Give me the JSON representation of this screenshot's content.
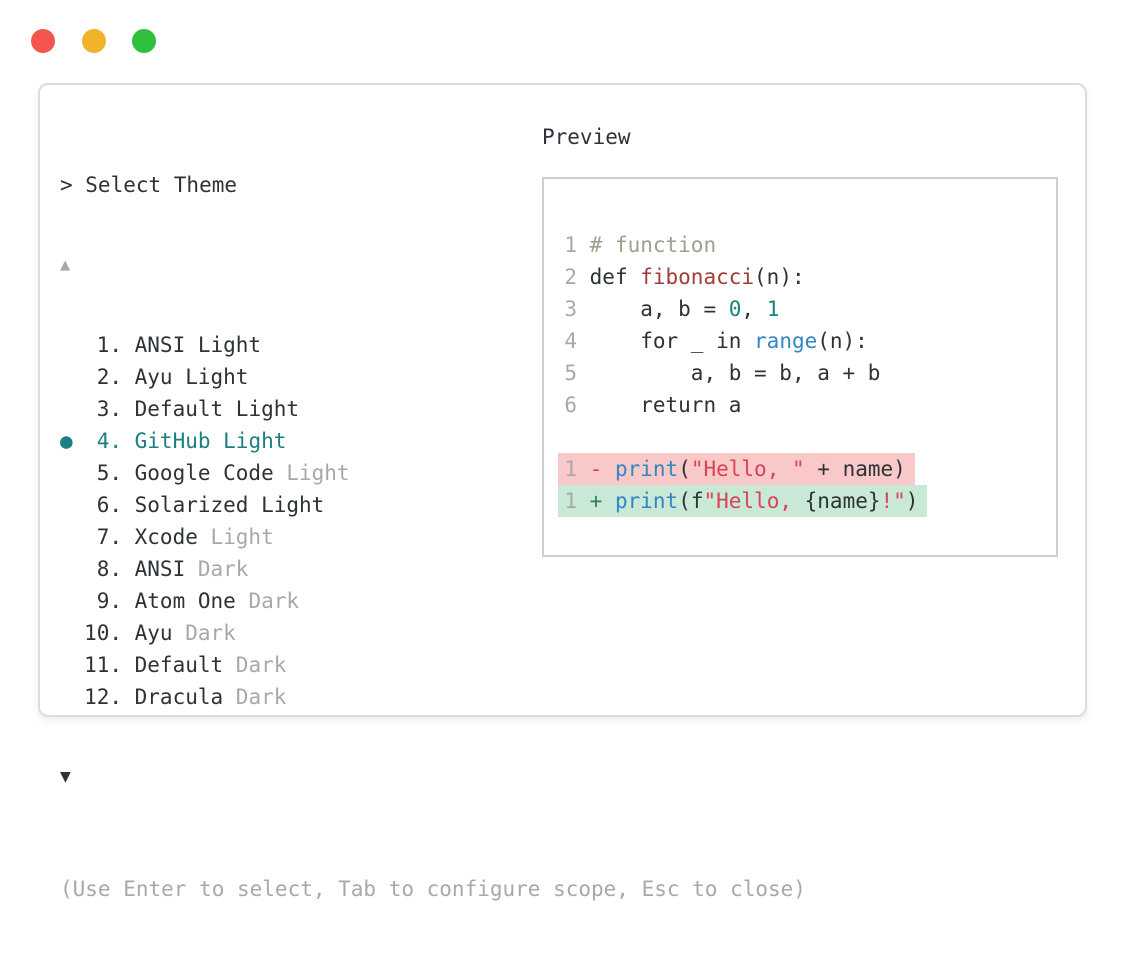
{
  "window_controls": {
    "close": "#f4564e",
    "minimize": "#f0b42c",
    "zoom": "#2fc13e"
  },
  "theme_selector": {
    "prompt": "> Select Theme",
    "scroll_up": "▲",
    "scroll_down": "▼",
    "selected_marker": "●",
    "items": [
      {
        "number": " 1.",
        "name": "ANSI",
        "variant": "Light",
        "variant_dimmed": false,
        "selected": false
      },
      {
        "number": " 2.",
        "name": "Ayu",
        "variant": "Light",
        "variant_dimmed": false,
        "selected": false
      },
      {
        "number": " 3.",
        "name": "Default",
        "variant": "Light",
        "variant_dimmed": false,
        "selected": false
      },
      {
        "number": " 4.",
        "name": "GitHub",
        "variant": "Light",
        "variant_dimmed": false,
        "selected": true
      },
      {
        "number": " 5.",
        "name": "Google Code",
        "variant": "Light",
        "variant_dimmed": true,
        "selected": false
      },
      {
        "number": " 6.",
        "name": "Solarized",
        "variant": "Light",
        "variant_dimmed": false,
        "selected": false
      },
      {
        "number": " 7.",
        "name": "Xcode",
        "variant": "Light",
        "variant_dimmed": true,
        "selected": false
      },
      {
        "number": " 8.",
        "name": "ANSI",
        "variant": "Dark",
        "variant_dimmed": true,
        "selected": false
      },
      {
        "number": " 9.",
        "name": "Atom One",
        "variant": "Dark",
        "variant_dimmed": true,
        "selected": false
      },
      {
        "number": "10.",
        "name": "Ayu",
        "variant": "Dark",
        "variant_dimmed": true,
        "selected": false
      },
      {
        "number": "11.",
        "name": "Default",
        "variant": "Dark",
        "variant_dimmed": true,
        "selected": false
      },
      {
        "number": "12.",
        "name": "Dracula",
        "variant": "Dark",
        "variant_dimmed": true,
        "selected": false
      }
    ],
    "help_text": "(Use Enter to select, Tab to configure scope, Esc to close)"
  },
  "preview": {
    "title": "Preview",
    "code_lines": [
      {
        "num": "1",
        "segments": [
          {
            "t": "# function",
            "c": "comment"
          }
        ]
      },
      {
        "num": "2",
        "segments": [
          {
            "t": "def ",
            "c": "text"
          },
          {
            "t": "fibonacci",
            "c": "function"
          },
          {
            "t": "(n):",
            "c": "text"
          }
        ]
      },
      {
        "num": "3",
        "segments": [
          {
            "t": "    a, b = ",
            "c": "text"
          },
          {
            "t": "0",
            "c": "number"
          },
          {
            "t": ", ",
            "c": "text"
          },
          {
            "t": "1",
            "c": "number"
          }
        ]
      },
      {
        "num": "4",
        "segments": [
          {
            "t": "    for _ in ",
            "c": "text"
          },
          {
            "t": "range",
            "c": "builtin"
          },
          {
            "t": "(n):",
            "c": "text"
          }
        ]
      },
      {
        "num": "5",
        "segments": [
          {
            "t": "        a, b = b, a + b",
            "c": "text"
          }
        ]
      },
      {
        "num": "6",
        "segments": [
          {
            "t": "    return a",
            "c": "text"
          }
        ]
      }
    ],
    "diff_lines": [
      {
        "num": "1",
        "sign": "-",
        "sign_color": "diff_minus",
        "bg": "diff_removed_bg",
        "segments": [
          {
            "t": "print",
            "c": "builtin"
          },
          {
            "t": "(",
            "c": "text"
          },
          {
            "t": "\"Hello, \"",
            "c": "string"
          },
          {
            "t": " + name)",
            "c": "text"
          }
        ]
      },
      {
        "num": "1",
        "sign": "+",
        "sign_color": "diff_plus",
        "bg": "diff_added_bg",
        "segments": [
          {
            "t": "print",
            "c": "builtin"
          },
          {
            "t": "(f",
            "c": "text"
          },
          {
            "t": "\"Hello, ",
            "c": "string"
          },
          {
            "t": "{name}",
            "c": "text"
          },
          {
            "t": "!\"",
            "c": "string"
          },
          {
            "t": ")",
            "c": "text"
          }
        ]
      }
    ]
  },
  "colors": {
    "text": "#2d3237",
    "dim": "#a6a9ac",
    "accent_teal": "#1a8081",
    "comment": "#9ca18f",
    "function": "#a23b38",
    "builtin": "#3286c2",
    "number": "#1a8081",
    "string": "#d84357",
    "diff_minus": "#d84357",
    "diff_plus": "#2e7d5f",
    "diff_removed_bg": "#f8c9c8",
    "diff_added_bg": "#c9e8d5",
    "tl_close": "#f4564e",
    "tl_minimize": "#f0b42c",
    "tl_zoom": "#2fc13e"
  }
}
